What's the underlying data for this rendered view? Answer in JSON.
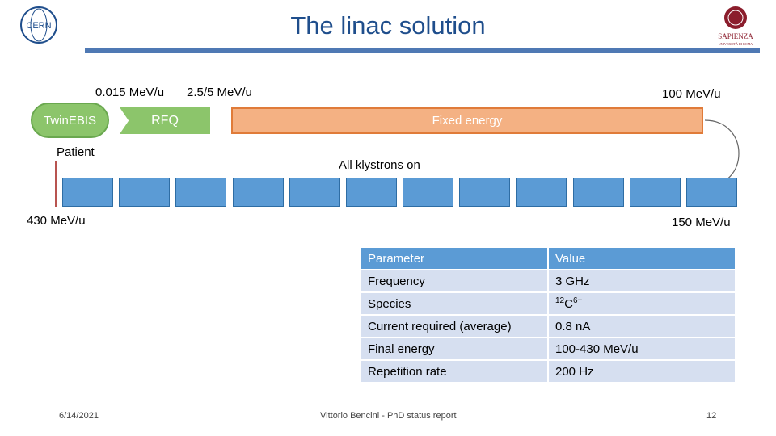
{
  "slide": {
    "title": "The linac solution",
    "footer_date": "6/14/2021",
    "footer_author": "Vittorio Bencini - PhD status report",
    "page_number": "12"
  },
  "logos": {
    "left_text": "CERN",
    "right_text": "SAPIENZA",
    "right_subtext": "UNIVERSITÀ DI ROMA"
  },
  "diagram": {
    "energy_labels": {
      "after_source": "0.015 MeV/u",
      "after_rfq": "2.5/5 MeV/u",
      "after_fixed": "100 MeV/u",
      "return_end": "150 MeV/u",
      "final": "430 MeV/u"
    },
    "source": "TwinEBIS",
    "rfq": "RFQ",
    "fixed_energy": "Fixed energy",
    "patient": "Patient",
    "klystrons_note": "All klystrons on",
    "klystron_count": 12
  },
  "table": {
    "header": [
      "Parameter",
      "Value"
    ],
    "rows": [
      {
        "param": "Frequency",
        "value": "3 GHz"
      },
      {
        "param": "Species",
        "value_sup1": "12",
        "value_main": "C",
        "value_sup2": "6+"
      },
      {
        "param": "Current required (average)",
        "value": "0.8 nA"
      },
      {
        "param": "Final energy",
        "value": "100-430 MeV/u"
      },
      {
        "param": "Repetition rate",
        "value": "200 Hz"
      }
    ]
  },
  "colors": {
    "title": "#1f4e8c",
    "rule": "#4f79b4",
    "source_green": "#8cc56b",
    "fixed_orange": "#f4b183",
    "klystron_blue": "#5b9bd5",
    "table_header": "#5b9bd5",
    "table_cell": "#d6dff0"
  }
}
